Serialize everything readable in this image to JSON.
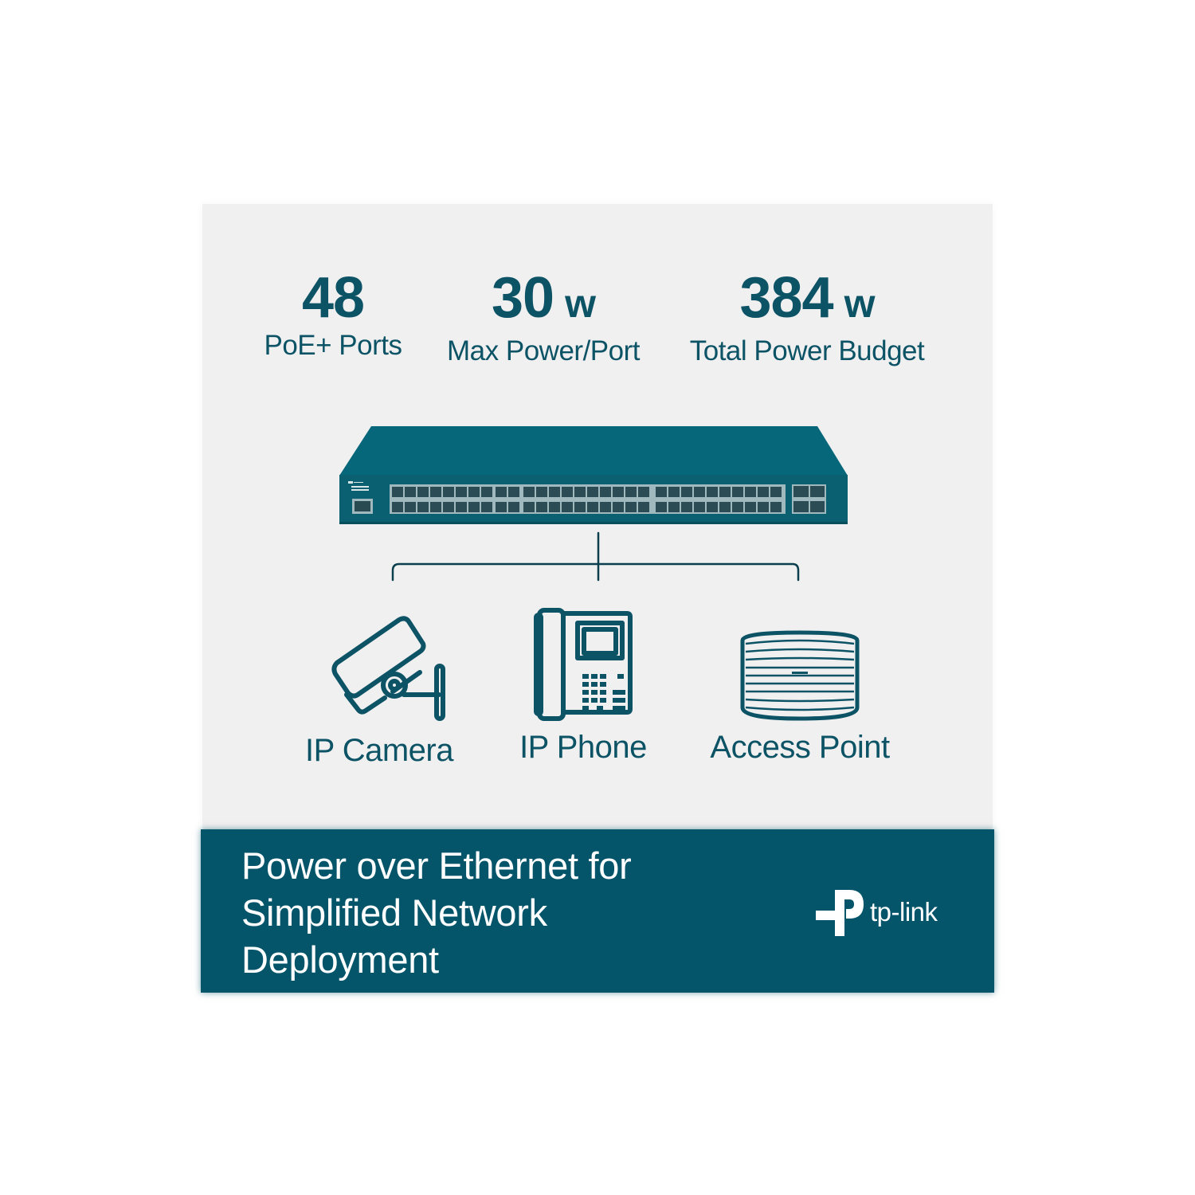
{
  "stats": [
    {
      "value": "48",
      "unit": "",
      "label": "PoE+ Ports"
    },
    {
      "value": "30",
      "unit": "w",
      "label": "Max Power/Port"
    },
    {
      "value": "384",
      "unit": "w",
      "label": "Total Power Budget"
    }
  ],
  "switch": {
    "icon": "network-switch-icon",
    "rj45_ports": 48,
    "sfp_ports": 4,
    "body_color": "#0a5f70",
    "top_color": "#06667a"
  },
  "devices": [
    {
      "icon": "ip-camera-icon",
      "label": "IP Camera"
    },
    {
      "icon": "ip-phone-icon",
      "label": "IP Phone"
    },
    {
      "icon": "access-point-icon",
      "label": "Access Point"
    }
  ],
  "banner": {
    "headline": "Power over Ethernet for\nSimplified Network\nDeployment",
    "brand": "tp-link",
    "background": "#04556a"
  },
  "colors": {
    "primary": "#0d5366",
    "panel_bg": "#f0f0f0",
    "page_bg": "#ffffff"
  }
}
